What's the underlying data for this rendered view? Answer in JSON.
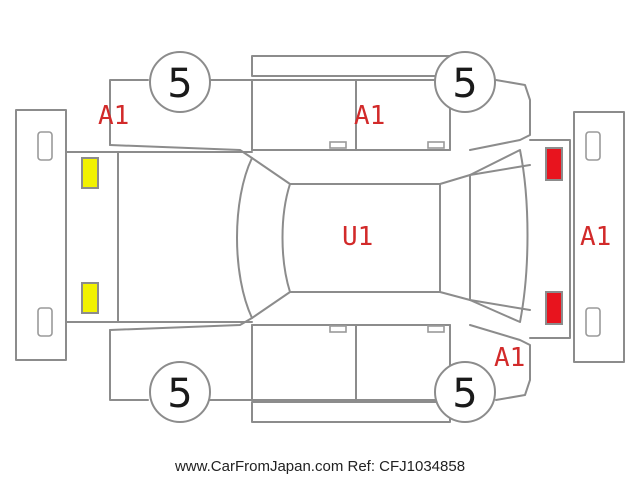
{
  "tires": {
    "front_left": "5",
    "front_right": "5",
    "rear_left": "5",
    "rear_right": "5"
  },
  "marks": {
    "left_top_fender": "A1",
    "top_door": "A1",
    "right_panel": "A1",
    "bottom_right_fender": "A1",
    "roof": "U1"
  },
  "colors": {
    "outline": "#8c8c8c",
    "mark_text": "#d22a2a",
    "front_lamps": "#f2f200",
    "rear_lamps": "#e8141e"
  },
  "footer": "www.CarFromJapan.com Ref: CFJ1034858"
}
